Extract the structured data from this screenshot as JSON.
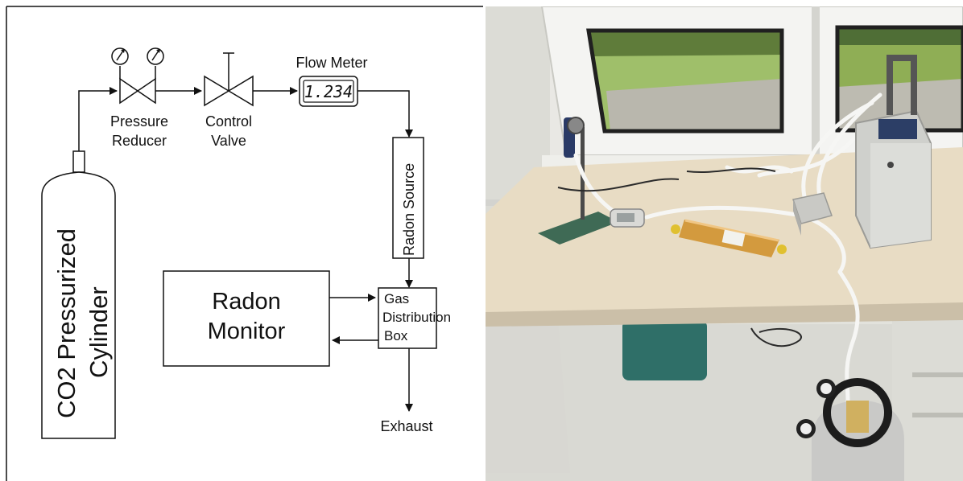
{
  "diagram": {
    "cylinder_label": [
      "CO2 Pressurized",
      "Cylinder"
    ],
    "pressure_reducer_label": [
      "Pressure",
      "Reducer"
    ],
    "control_valve_label": [
      "Control",
      "Valve"
    ],
    "flow_meter_label": "Flow Meter",
    "flow_meter_reading": "1.234",
    "radon_source_label": "Radon Source",
    "radon_monitor_label": [
      "Radon",
      "Monitor"
    ],
    "gas_box_label": [
      "Gas",
      "Distribution",
      "Box"
    ],
    "exhaust_label": "Exhaust"
  },
  "photo": {
    "colors": {
      "wall": "#e9e8e4",
      "window_frame": "#f4f4f2",
      "grass": "#8fae55",
      "desk_top": "#e8dcc4",
      "floor": "#e2e2dc",
      "radon_source_tube": "#d39a3e",
      "instrument_case": "#cfd0cc",
      "stand_base": "#3f6a55"
    }
  }
}
